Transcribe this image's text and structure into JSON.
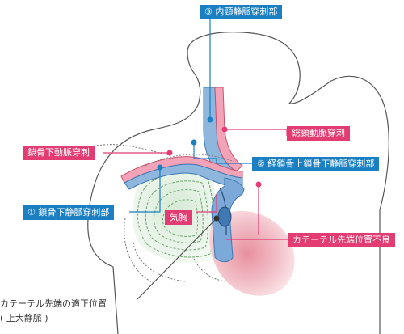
{
  "labels": {
    "internal_jugular": "③ 内頸静脈穿刺部",
    "common_carotid": "総頸動脈穿刺",
    "subclavian_artery": "鎖骨下動脈穿刺",
    "supraclavicular": "② 経鎖骨上鎖骨下静脈穿刺部",
    "subclavian_vein": "① 鎖骨下静脈穿刺部",
    "pneumothorax": "気胸",
    "malposition": "カテーテル先端位置不良",
    "correct_position_line1": "カテーテル先端の適正位置",
    "correct_position_line2": "( 上大静脈 )"
  },
  "colors": {
    "vein_blue": "#1a7fc3",
    "artery_pink": "#e23c73",
    "vessel_vein_fill": "#8fb7de",
    "vessel_artery_fill": "#f2a3b8",
    "lung_green": "#7fb77e",
    "outline": "#555555"
  }
}
